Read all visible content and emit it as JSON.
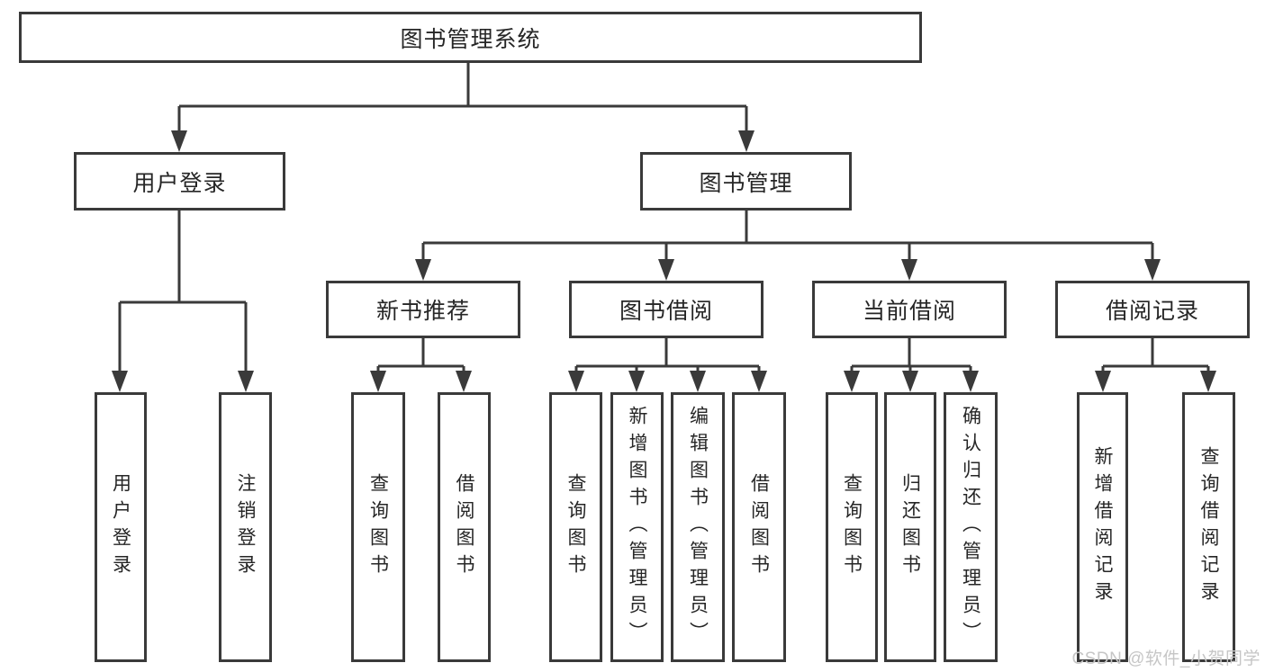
{
  "diagram": {
    "root": {
      "label": "图书管理系统"
    },
    "level2": [
      {
        "id": "user-login",
        "label": "用户登录"
      },
      {
        "id": "book-management",
        "label": "图书管理"
      }
    ],
    "level3": [
      {
        "id": "new-book-recommendation",
        "label": "新书推荐",
        "parent": "图书管理"
      },
      {
        "id": "book-borrowing",
        "label": "图书借阅",
        "parent": "图书管理"
      },
      {
        "id": "current-borrowing",
        "label": "当前借阅",
        "parent": "图书管理"
      },
      {
        "id": "borrowing-records",
        "label": "借阅记录",
        "parent": "图书管理"
      }
    ],
    "leaves": [
      {
        "parent": "用户登录",
        "label": "用户登录"
      },
      {
        "parent": "用户登录",
        "label": "注销登录"
      },
      {
        "parent": "新书推荐",
        "label": "查询图书"
      },
      {
        "parent": "新书推荐",
        "label": "借阅图书"
      },
      {
        "parent": "图书借阅",
        "label": "查询图书"
      },
      {
        "parent": "图书借阅",
        "label": "新增图书（管理员）"
      },
      {
        "parent": "图书借阅",
        "label": "编辑图书（管理员）"
      },
      {
        "parent": "图书借阅",
        "label": "借阅图书"
      },
      {
        "parent": "当前借阅",
        "label": "查询图书"
      },
      {
        "parent": "当前借阅",
        "label": "归还图书"
      },
      {
        "parent": "当前借阅",
        "label": "确认归还（管理员）"
      },
      {
        "parent": "借阅记录",
        "label": "新增借阅记录"
      },
      {
        "parent": "借阅记录",
        "label": "查询借阅记录"
      }
    ]
  },
  "watermark": {
    "text": "CSDN @软件_小贺同学"
  },
  "colors": {
    "line": "#3a3a3a",
    "box_border": "#3a3a3a",
    "text": "#262626",
    "background": "#ffffff",
    "watermark": "#c6c6c6"
  }
}
